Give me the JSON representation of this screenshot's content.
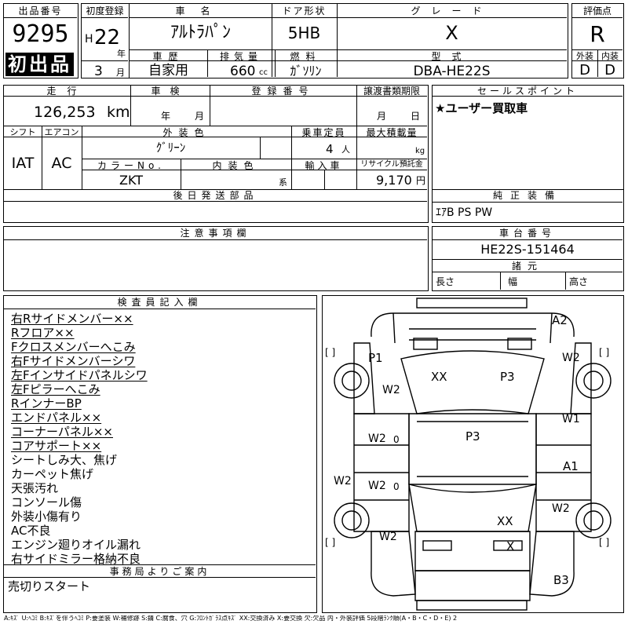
{
  "header": {
    "lot_label": "出品番号",
    "lot_number": "9295",
    "first_listing": "初出品",
    "first_reg_label": "初度登録",
    "era": "H",
    "year": "22",
    "year_unit": "年",
    "month": "3",
    "month_unit": "月",
    "car_name_label": "車名",
    "car_name": "ｱﾙﾄﾗﾊﾟﾝ",
    "door_label": "ドア形状",
    "door": "5HB",
    "grade_label": "グレード",
    "grade": "X",
    "score_label": "評価点",
    "score": "R",
    "history_label": "車歴",
    "history": "自家用",
    "displacement_label": "排気量",
    "displacement": "660",
    "displacement_unit": "cc",
    "fuel_label": "燃料",
    "fuel": "ｶﾞｿﾘﾝ",
    "model_label": "型式",
    "model": "DBA-HE22S",
    "exterior_label": "外装",
    "exterior": "D",
    "interior_label": "内装",
    "interior": "D"
  },
  "row2": {
    "mileage_label": "走行",
    "mileage": "126,253",
    "mileage_unit": "km",
    "inspection_label": "車検",
    "inspection_year_unit": "年",
    "inspection_month_unit": "月",
    "reg_no_label": "登録番号",
    "transfer_label": "譲渡書類期限",
    "transfer_month_unit": "月",
    "transfer_day_unit": "日",
    "sales_label": "セールスポイント",
    "sales_point": "★ユーザー買取車",
    "shift_label": "シフト",
    "shift": "IAT",
    "ac_label": "エアコン",
    "ac": "AC",
    "ext_color_label": "外装色",
    "ext_color": "ｸﾞﾘｰﾝ",
    "capacity_label": "乗車定員",
    "capacity": "4",
    "capacity_unit": "人",
    "load_label": "最大積載量",
    "load_unit": "kg",
    "color_no_label": "カラーNo.",
    "color_no": "ZKT",
    "int_color_label": "内装色",
    "int_color_unit": "系",
    "import_label": "輸入車",
    "recycle_label": "リサイクル預託金",
    "recycle": "9,170",
    "recycle_unit": "円",
    "later_parts_label": "後日発送部品",
    "genuine_label": "純正装備",
    "genuine": "ｴｱB PS PW"
  },
  "notes": {
    "caution_label": "注意事項欄",
    "chassis_label": "車台番号",
    "chassis": "HE22S-151464",
    "dims_label": "諸元",
    "length_label": "長さ",
    "width_label": "幅",
    "height_label": "高さ"
  },
  "inspector": {
    "label": "検査員記入欄",
    "remarks": [
      "右Rサイドメンバー××",
      "Rフロア××",
      "Fクロスメンバーへこみ",
      "右Fサイドメンバーシワ",
      "左Fインサイドパネルシワ",
      "左Fピラーへこみ",
      "RインナーBP",
      "エンドパネル××",
      "コーナーパネル××",
      "コアサポート××",
      "シートしみ大、焦げ",
      "カーペット焦げ",
      "天張汚れ",
      "コンソール傷",
      "外装小傷有り",
      "AC不良",
      "エンジン廻りオイル漏れ",
      "右サイドミラー格納不良"
    ],
    "office_label": "事務局よりご案内",
    "office_note": "売切りスタート"
  },
  "diagram": {
    "marks": [
      "A2",
      "P1",
      "W2",
      "XX",
      "P3",
      "W2",
      "W2",
      "0",
      "P3",
      "W1",
      "A1",
      "W2",
      "W2",
      "0",
      "W2",
      "XX",
      "W2",
      "X",
      "B3"
    ],
    "bracket": "[ ]"
  },
  "legend": "A:ｷｽﾞ U:ﾍｺﾐ B:ｷｽﾞを伴うﾍｺﾐ P:要塗装 W:補修跡 S:錆 C:腐食、穴 G:ﾌﾛﾝﾄｶﾞﾗｽ点ｷｽﾞ XX:交換済み X:要交換 欠:欠品 内・外装評価 5段階ﾗﾝｸ順(A・B・C・D・E) 2"
}
